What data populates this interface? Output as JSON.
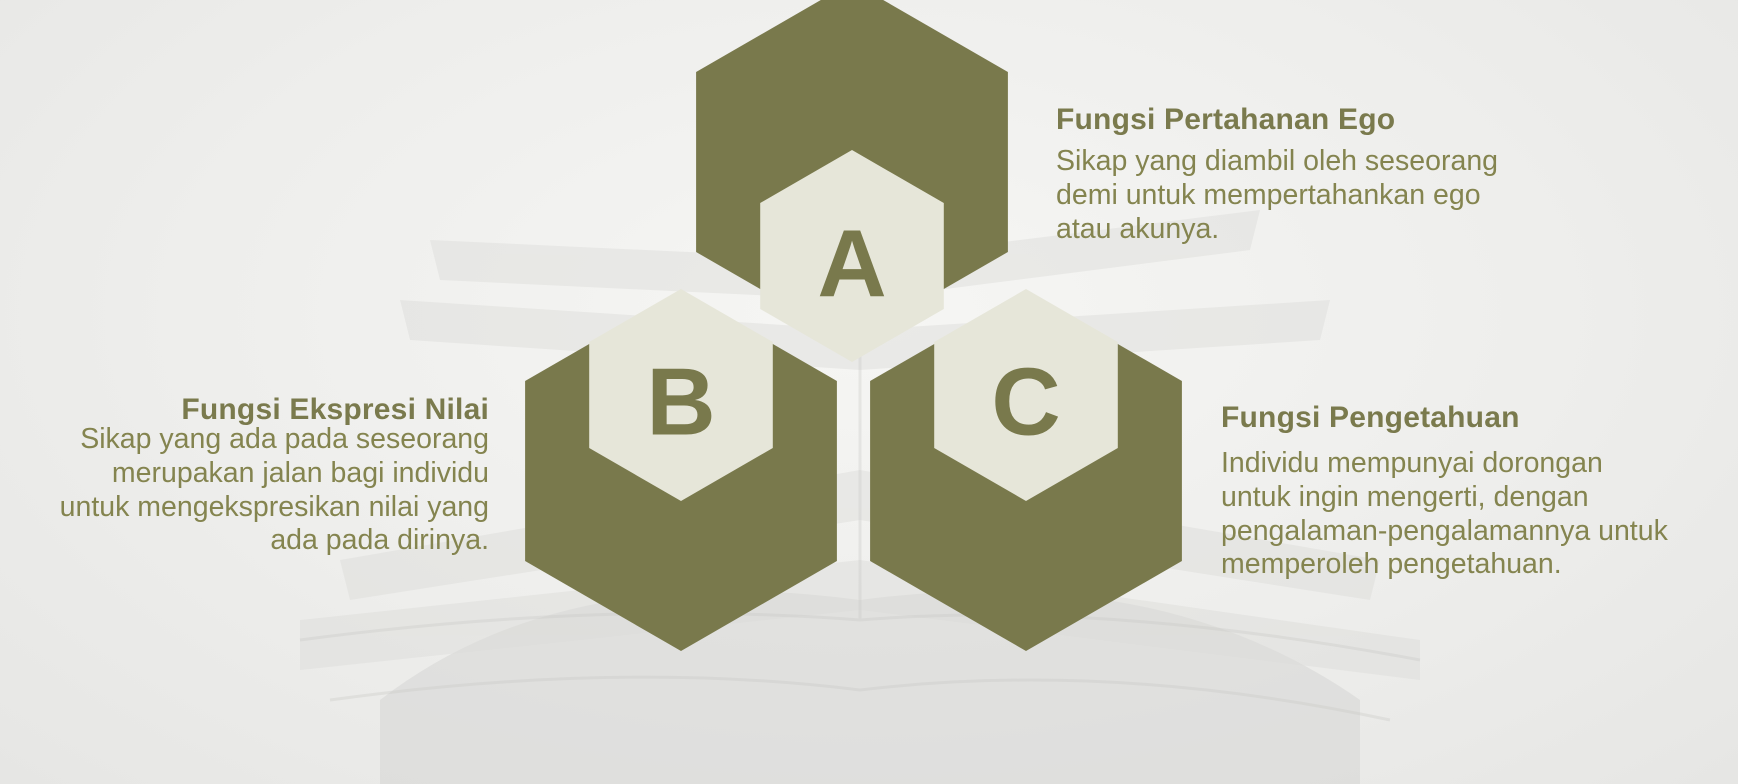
{
  "colors": {
    "olive": "#79794c",
    "hex_light": "#e6e6d9",
    "heading": "#7a7a4d",
    "body_text": "#84844f"
  },
  "hexagons": [
    {
      "letter": "A"
    },
    {
      "letter": "B"
    },
    {
      "letter": "C"
    }
  ],
  "items": {
    "a": {
      "title": "Fungsi Pertahanan Ego",
      "lines": [
        "Sikap yang diambil oleh seseorang",
        "demi untuk mempertahankan ego",
        "atau akunya."
      ]
    },
    "b": {
      "title": "Fungsi Ekspresi Nilai",
      "lines": [
        "Sikap yang ada pada seseorang",
        "merupakan jalan bagi individu",
        "untuk mengekspresikan nilai yang",
        "ada pada dirinya."
      ]
    },
    "c": {
      "title": "Fungsi Pengetahuan",
      "lines": [
        "Individu mempunyai dorongan",
        "untuk ingin mengerti, dengan",
        "pengalaman-pengalamannya untuk",
        "memperoleh pengetahuan."
      ]
    }
  }
}
